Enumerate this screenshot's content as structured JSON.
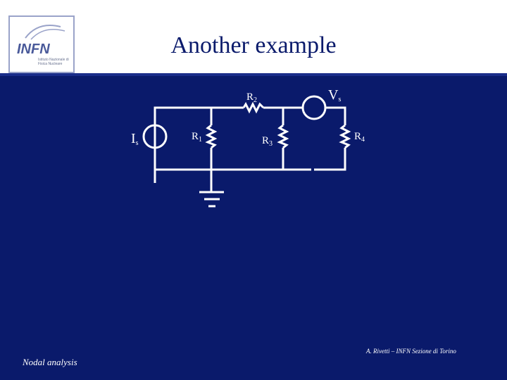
{
  "slide": {
    "title": "Another example",
    "footer_left": "Nodal analysis",
    "footer_right": "A. Rivetti – INFN Sezione di Torino"
  },
  "logo": {
    "text": "INFN",
    "subtitle": "Istituto Nazionale di Fisica Nucleare"
  },
  "circuit": {
    "current_source": {
      "label": "I",
      "sub": "s"
    },
    "voltage_source": {
      "label": "V",
      "sub": "s"
    },
    "r1": {
      "label": "R",
      "sub": "1"
    },
    "r2": {
      "label": "R",
      "sub": "2"
    },
    "r3": {
      "label": "R",
      "sub": "3"
    },
    "r4": {
      "label": "R",
      "sub": "4"
    }
  },
  "colors": {
    "background": "#0a1a6b",
    "header": "#ffffff",
    "wire": "#ffffff"
  }
}
